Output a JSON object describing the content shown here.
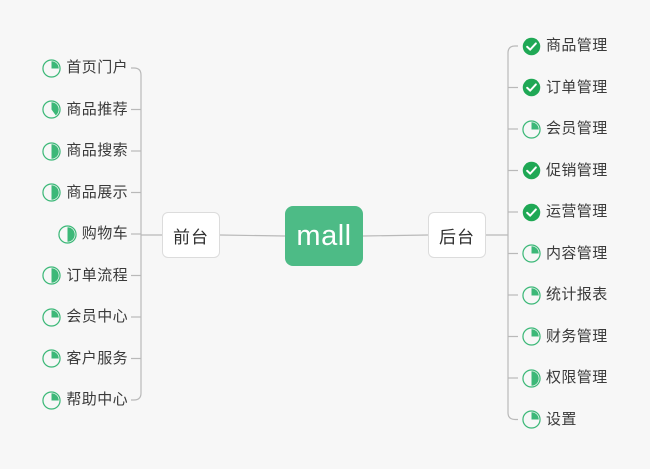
{
  "diagram": {
    "type": "mind-map",
    "background_color": "#f7f7f7",
    "accent_color": "#4dbb86",
    "icon_done_color": "#1fa855",
    "icon_pending_color": "#3cb878",
    "connector_color": "#b9b9b9",
    "root": {
      "label": "mall"
    },
    "branches": [
      {
        "side": "left",
        "label": "前台",
        "items": [
          {
            "label": "首页门户",
            "status": "partial",
            "progress": 25,
            "icon": "pie-progress-icon"
          },
          {
            "label": "商品推荐",
            "status": "partial",
            "progress": 40,
            "icon": "pie-progress-icon"
          },
          {
            "label": "商品搜索",
            "status": "partial",
            "progress": 50,
            "icon": "pie-progress-icon"
          },
          {
            "label": "商品展示",
            "status": "partial",
            "progress": 50,
            "icon": "pie-progress-icon"
          },
          {
            "label": "购物车",
            "status": "partial",
            "progress": 50,
            "icon": "pie-progress-icon"
          },
          {
            "label": "订单流程",
            "status": "partial",
            "progress": 50,
            "icon": "pie-progress-icon"
          },
          {
            "label": "会员中心",
            "status": "partial",
            "progress": 25,
            "icon": "pie-progress-icon"
          },
          {
            "label": "客户服务",
            "status": "partial",
            "progress": 25,
            "icon": "pie-progress-icon"
          },
          {
            "label": "帮助中心",
            "status": "partial",
            "progress": 25,
            "icon": "pie-progress-icon"
          }
        ]
      },
      {
        "side": "right",
        "label": "后台",
        "items": [
          {
            "label": "商品管理",
            "status": "done",
            "progress": 100,
            "icon": "check-circle-icon"
          },
          {
            "label": "订单管理",
            "status": "done",
            "progress": 100,
            "icon": "check-circle-icon"
          },
          {
            "label": "会员管理",
            "status": "partial",
            "progress": 25,
            "icon": "pie-progress-icon"
          },
          {
            "label": "促销管理",
            "status": "done",
            "progress": 100,
            "icon": "check-circle-icon"
          },
          {
            "label": "运营管理",
            "status": "done",
            "progress": 100,
            "icon": "check-circle-icon"
          },
          {
            "label": "内容管理",
            "status": "partial",
            "progress": 25,
            "icon": "pie-progress-icon"
          },
          {
            "label": "统计报表",
            "status": "partial",
            "progress": 25,
            "icon": "pie-progress-icon"
          },
          {
            "label": "财务管理",
            "status": "partial",
            "progress": 25,
            "icon": "pie-progress-icon"
          },
          {
            "label": "权限管理",
            "status": "partial",
            "progress": 50,
            "icon": "pie-progress-icon"
          },
          {
            "label": "设置",
            "status": "partial",
            "progress": 25,
            "icon": "pie-progress-icon"
          }
        ]
      }
    ]
  }
}
